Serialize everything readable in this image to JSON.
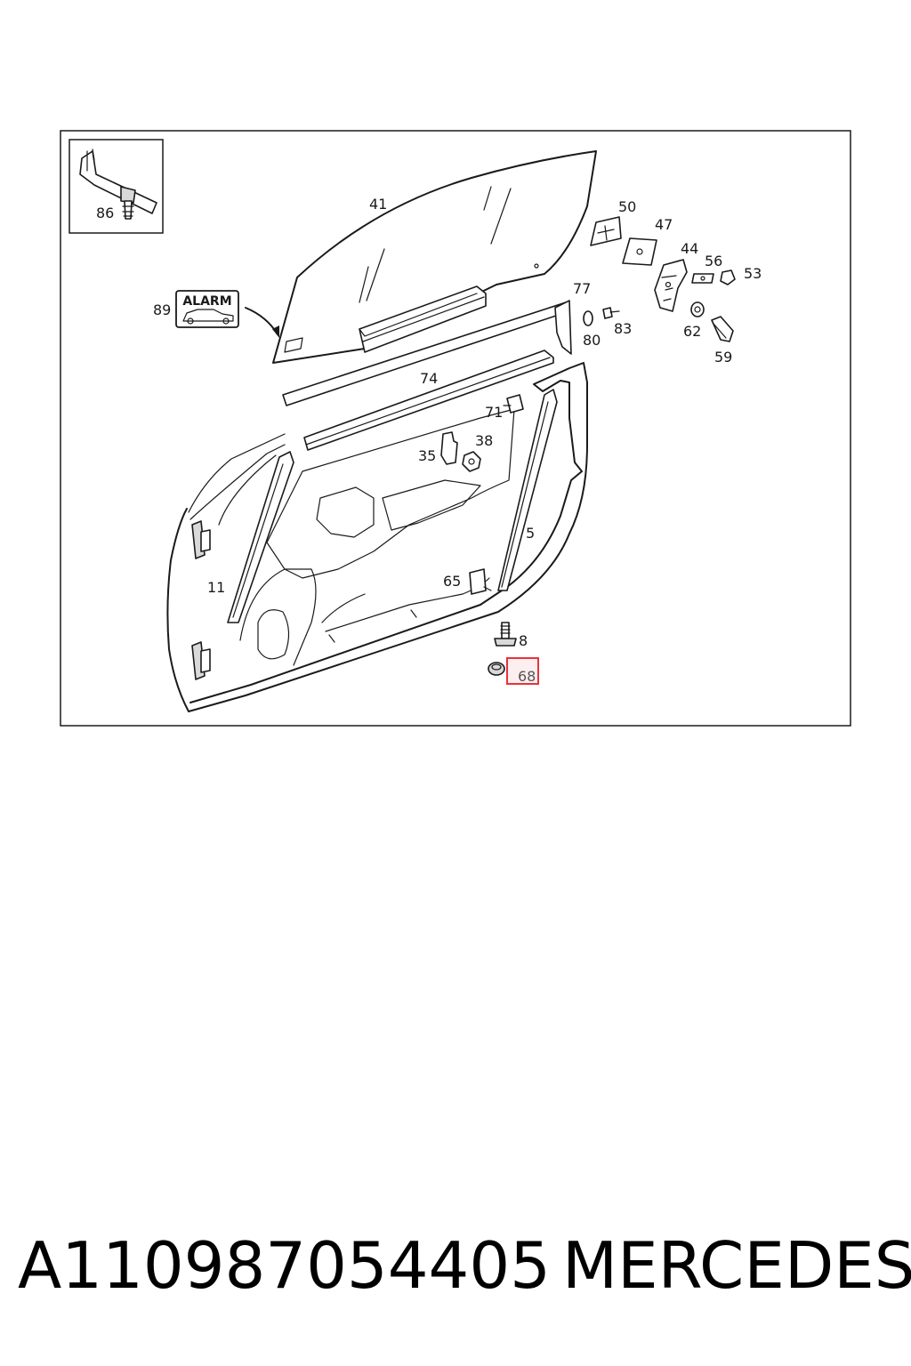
{
  "diagram": {
    "callouts": {
      "c86": "86",
      "c41": "41",
      "c50": "50",
      "c47": "47",
      "c44": "44",
      "c56": "56",
      "c53": "53",
      "c89": "89",
      "c77": "77",
      "c80": "80",
      "c83": "83",
      "c62": "62",
      "c59": "59",
      "c74": "74",
      "c71": "71",
      "c38": "38",
      "c35": "35",
      "c5": "5",
      "c11": "11",
      "c65": "65",
      "c8": "8",
      "c68": "68"
    },
    "alarm_badge": "ALARM",
    "highlight_color": "#e8333a"
  },
  "footer": {
    "part_number": "A110987054405",
    "brand": "MERCEDES"
  }
}
